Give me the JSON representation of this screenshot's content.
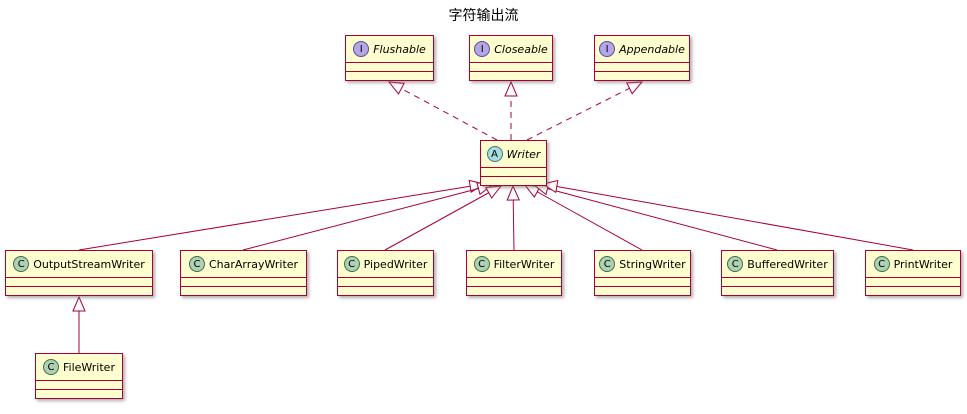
{
  "title": "字符输出流",
  "colors": {
    "box_fill": "#FEFECE",
    "border": "#A80036",
    "class_circle": "#ADD1B2",
    "interface_circle": "#B4A7E5",
    "abstract_circle": "#A9DCDF"
  },
  "nodes": {
    "flushable": {
      "letter": "I",
      "name": "Flushable",
      "kind": "interface"
    },
    "closeable": {
      "letter": "I",
      "name": "Closeable",
      "kind": "interface"
    },
    "appendable": {
      "letter": "I",
      "name": "Appendable",
      "kind": "interface"
    },
    "writer": {
      "letter": "A",
      "name": "Writer",
      "kind": "abstract"
    },
    "outputstreamwriter": {
      "letter": "C",
      "name": "OutputStreamWriter",
      "kind": "class"
    },
    "chararraywriter": {
      "letter": "C",
      "name": "CharArrayWriter",
      "kind": "class"
    },
    "pipedwriter": {
      "letter": "C",
      "name": "PipedWriter",
      "kind": "class"
    },
    "filterwriter": {
      "letter": "C",
      "name": "FilterWriter",
      "kind": "class"
    },
    "stringwriter": {
      "letter": "C",
      "name": "StringWriter",
      "kind": "class"
    },
    "bufferedwriter": {
      "letter": "C",
      "name": "BufferedWriter",
      "kind": "class"
    },
    "printwriter": {
      "letter": "C",
      "name": "PrintWriter",
      "kind": "class"
    },
    "filewriter": {
      "letter": "C",
      "name": "FileWriter",
      "kind": "class"
    }
  },
  "relations": [
    {
      "from": "Writer",
      "to": "Flushable",
      "type": "realization"
    },
    {
      "from": "Writer",
      "to": "Closeable",
      "type": "realization"
    },
    {
      "from": "Writer",
      "to": "Appendable",
      "type": "realization"
    },
    {
      "from": "OutputStreamWriter",
      "to": "Writer",
      "type": "generalization"
    },
    {
      "from": "CharArrayWriter",
      "to": "Writer",
      "type": "generalization"
    },
    {
      "from": "PipedWriter",
      "to": "Writer",
      "type": "generalization"
    },
    {
      "from": "FilterWriter",
      "to": "Writer",
      "type": "generalization"
    },
    {
      "from": "StringWriter",
      "to": "Writer",
      "type": "generalization"
    },
    {
      "from": "BufferedWriter",
      "to": "Writer",
      "type": "generalization"
    },
    {
      "from": "PrintWriter",
      "to": "Writer",
      "type": "generalization"
    },
    {
      "from": "FileWriter",
      "to": "OutputStreamWriter",
      "type": "generalization"
    }
  ]
}
